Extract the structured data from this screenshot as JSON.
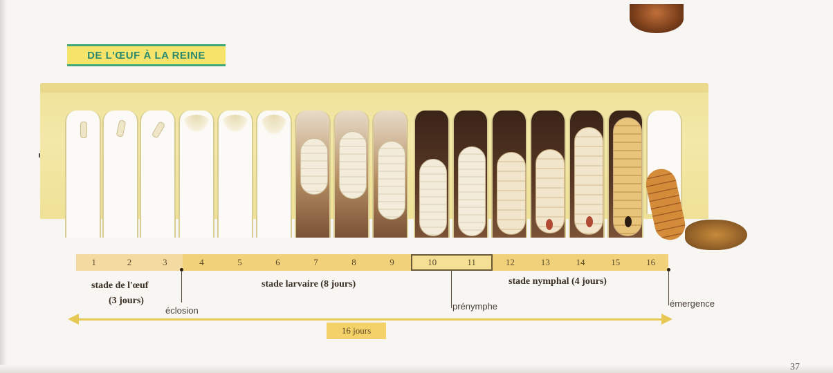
{
  "title": "DE L'ŒUF À LA REINE",
  "colors": {
    "title_bg": "#f6e46a",
    "title_border": "#43a67a",
    "title_text": "#2d8a6f",
    "comb": "#efe29a",
    "timeline": "#f1d27a",
    "arrow": "#e8c854"
  },
  "days": [
    "1",
    "2",
    "3",
    "4",
    "5",
    "6",
    "7",
    "8",
    "9",
    "10",
    "11",
    "12",
    "13",
    "14",
    "15",
    "16"
  ],
  "stages": {
    "egg": {
      "name": "stade de l'œuf",
      "duration": "(3 jours)"
    },
    "larva": {
      "name": "stade larvaire (8 jours)"
    },
    "nymph": {
      "name": "stade nymphal (4 jours)"
    }
  },
  "events": {
    "hatching": "éclosion",
    "prenymph": "prénymphe",
    "emergence": "émergence"
  },
  "total_duration": "16 jours",
  "page_number": "37"
}
